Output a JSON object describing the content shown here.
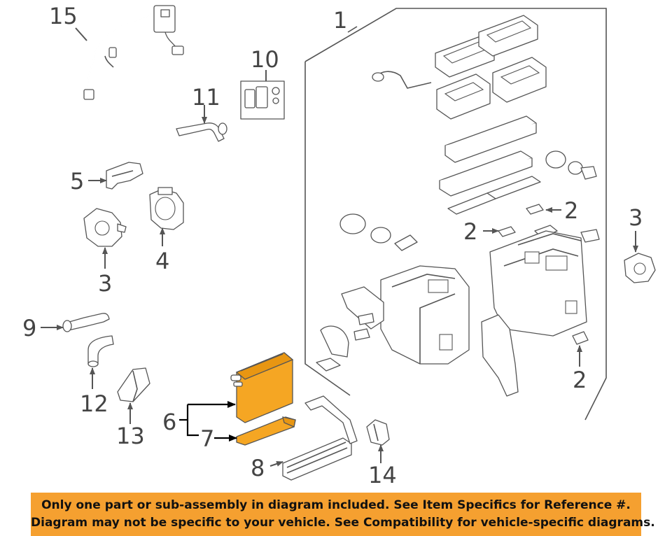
{
  "callouts": {
    "c1": "1",
    "c2a": "2",
    "c2b": "2",
    "c2c": "2",
    "c3a": "3",
    "c3b": "3",
    "c4": "4",
    "c5": "5",
    "c6": "6",
    "c7": "7",
    "c8": "8",
    "c9": "9",
    "c10": "10",
    "c11": "11",
    "c12": "12",
    "c13": "13",
    "c14": "14",
    "c15": "15"
  },
  "colors": {
    "highlight": "#f5a623",
    "banner": "#f5a030"
  },
  "notice": {
    "line1": "Only one part or sub-assembly in diagram included. See Item Specifics for Reference #.",
    "line2": "Diagram may not be specific to your vehicle. See Compatibility for vehicle-specific diagrams."
  }
}
